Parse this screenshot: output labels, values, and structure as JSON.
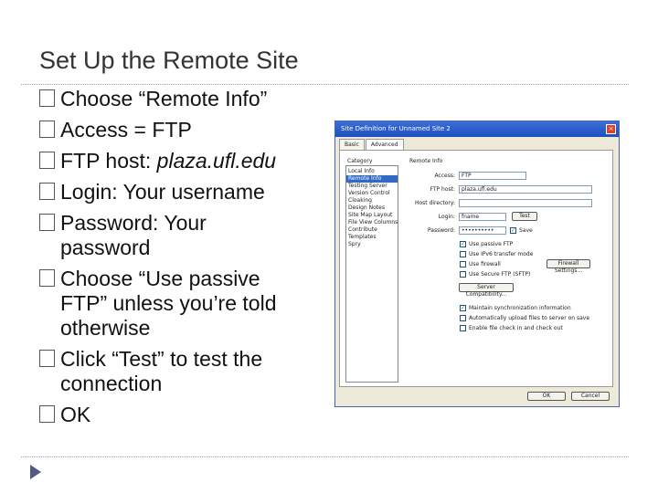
{
  "slide": {
    "title": "Set Up the Remote Site",
    "bullets": [
      {
        "pre": "Choose “Remote Info”",
        "em": "",
        "lines": [
          "Choose “Remote Info”"
        ]
      },
      {
        "lines": [
          "Access = FTP"
        ]
      },
      {
        "lines": [
          "FTP host: plaza.ufl.edu"
        ]
      },
      {
        "lines": [
          "Login: Your username"
        ]
      },
      {
        "lines": [
          "Password: Your",
          "password"
        ]
      },
      {
        "lines": [
          "Choose “Use passive",
          "FTP” unless you’re told",
          "otherwise"
        ]
      },
      {
        "lines": [
          "Click “Test” to test the",
          "connection"
        ]
      },
      {
        "lines": [
          "OK"
        ]
      }
    ]
  },
  "dialog": {
    "title": "Site Definition for Unnamed Site 2",
    "close_glyph": "×",
    "tabs": [
      "Basic",
      "Advanced"
    ],
    "category_label": "Category",
    "categories": [
      "Local Info",
      "Remote Info",
      "Testing Server",
      "Version Control",
      "Cloaking",
      "Design Notes",
      "Site Map Layout",
      "File View Columns",
      "Contribute",
      "Templates",
      "Spry"
    ],
    "selected_category": 1,
    "section_title": "Remote Info",
    "access_label": "Access:",
    "access_value": "FTP",
    "ftp_host_label": "FTP host:",
    "ftp_host_value": "plaza.ufl.edu",
    "host_dir_label": "Host directory:",
    "host_dir_value": "",
    "login_label": "Login:",
    "login_value": "fname",
    "test_button": "Test",
    "password_label": "Password:",
    "password_value": "••••••••••",
    "save_label": "Save",
    "options": [
      {
        "label": "Use passive FTP",
        "checked": true
      },
      {
        "label": "Use IPv6 transfer mode",
        "checked": false
      },
      {
        "label": "Use firewall",
        "checked": false
      },
      {
        "label": "Use Secure FTP (SFTP)",
        "checked": false
      }
    ],
    "firewall_button": "Firewall Settings...",
    "server_compat_button": "Server Compatibility...",
    "sync_options": [
      {
        "label": "Maintain synchronization information",
        "checked": true
      },
      {
        "label": "Automatically upload files to server on save",
        "checked": false
      },
      {
        "label": "Enable file check in and check out",
        "checked": false
      }
    ],
    "ok_button": "OK",
    "cancel_button": "Cancel"
  }
}
